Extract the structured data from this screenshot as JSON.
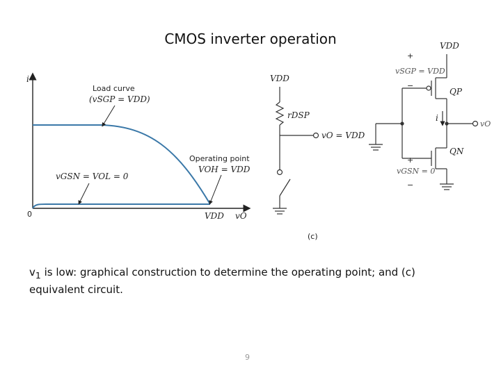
{
  "slide": {
    "title": "CMOS inverter operation",
    "caption_main": "v",
    "caption_sub": "1",
    "caption_rest": " is low: graphical construction to determine the operating point; and  (c) equivalent circuit.",
    "page_number": "9"
  },
  "graph": {
    "y_axis_label": "i",
    "x_axis_label": "vO",
    "origin_label": "0",
    "x_tick_label": "VDD",
    "load_curve_label": "Load curve",
    "load_curve_cond": "(vSGP = VDD)",
    "lower_curve_label": "vGSN = VOL = 0",
    "operating_point_label": "Operating point",
    "operating_point_cond": "VOH = VDD"
  },
  "equiv_circuit": {
    "supply_label": "VDD",
    "resistor_label": "rDSP",
    "output_label": "vO = VDD",
    "panel_label": "(c)"
  },
  "inverter": {
    "supply_label": "VDD",
    "plus_top": "+",
    "vsgp_label": "vSGP = VDD",
    "minus_top": "−",
    "qp_label": "QP",
    "current_label": "i",
    "output_label": "vO",
    "qn_label": "QN",
    "plus_bottom": "+",
    "vgsn_label": "vGSN = 0",
    "minus_bottom": "−"
  },
  "colors": {
    "curve": "#3a78a8",
    "wire": "#333333",
    "gray_label": "#666666"
  }
}
